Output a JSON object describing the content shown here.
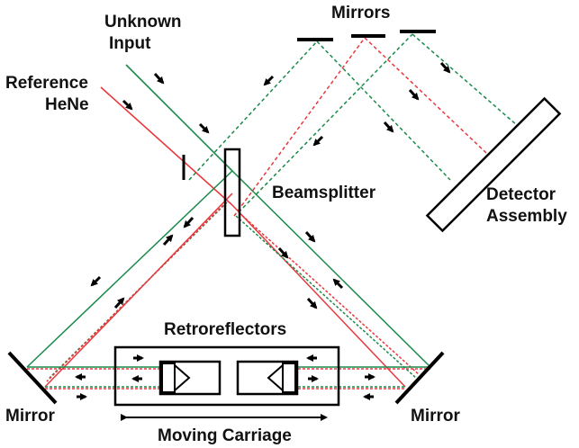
{
  "labels": {
    "unknown_input_line1": "Unknown",
    "unknown_input_line2": "Input",
    "reference_line1": "Reference",
    "reference_line2": "HeNe",
    "mirrors": "Mirrors",
    "beamsplitter": "Beamsplitter",
    "detector_line1": "Detector",
    "detector_line2": "Assembly",
    "retroreflectors": "Retroreflectors",
    "mirror_left": "Mirror",
    "mirror_right": "Mirror",
    "moving_carriage": "Moving Carriage"
  },
  "colors": {
    "green_beam": "#1a8a4a",
    "red_beam": "#e8383d",
    "outline": "#000000"
  }
}
